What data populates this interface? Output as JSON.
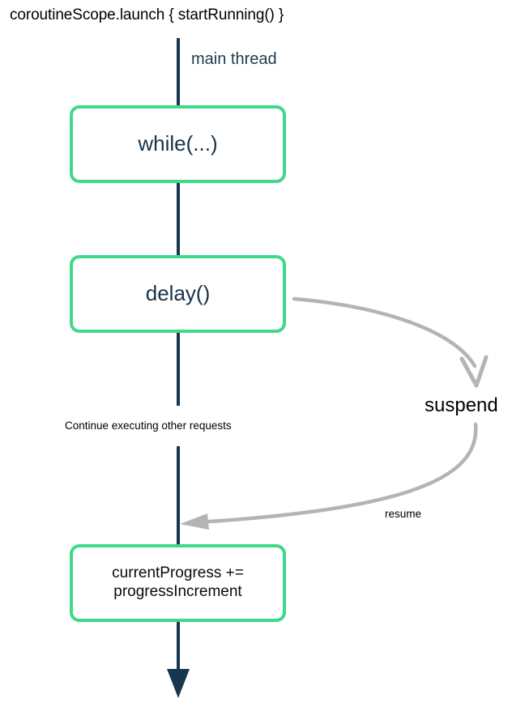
{
  "diagram": {
    "title": "coroutineScope.launch { startRunning() }",
    "thread_label": "main thread",
    "nodes": [
      {
        "id": "while",
        "label": "while(...)"
      },
      {
        "id": "delay",
        "label": "delay()"
      },
      {
        "id": "progress",
        "label_line1": "currentProgress +=",
        "label_line2": "progressIncrement"
      }
    ],
    "edge_labels": {
      "suspend": "suspend",
      "resume": "resume",
      "continue": "Continue executing other requests"
    },
    "colors": {
      "node_border": "#3fd98a",
      "node_fill": "#ffffff",
      "thread_line": "#16374d",
      "node_text": "#17334a",
      "suspend_arrow": "#b4b4b4",
      "background": "#ffffff",
      "plain_text": "#000000"
    }
  }
}
